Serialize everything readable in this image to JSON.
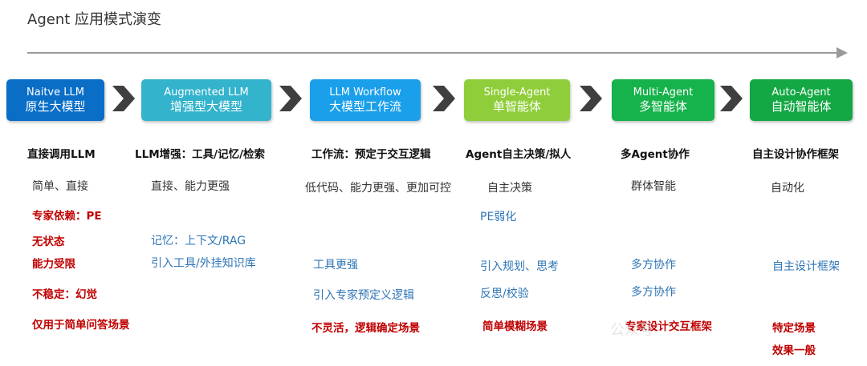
{
  "title": "Agent 应用模式演变",
  "stages": [
    {
      "en": "Naitve LLM",
      "zh": "原生大模型",
      "color": "#0a6ec7"
    },
    {
      "en": "Augmented LLM",
      "zh": "增强型大模型",
      "color": "#33b3cc"
    },
    {
      "en": "LLM Workflow",
      "zh": "大模型工作流",
      "color": "#1a9fea"
    },
    {
      "en": "Single-Agent",
      "zh": "单智能体",
      "color": "#8fce3a"
    },
    {
      "en": "Multi-Agent",
      "zh": "多智能体",
      "color": "#16b24b"
    },
    {
      "en": "Auto-Agent",
      "zh": "自动智能体",
      "color": "#14a844"
    }
  ],
  "columns": [
    {
      "heading": "直接调用LLM",
      "items": [
        {
          "text": "简单、直接"
        },
        {
          "text": "专家依赖：PE"
        },
        {
          "text": "无状态"
        },
        {
          "text": "能力受限"
        },
        {
          "text": "不稳定：幻觉"
        },
        {
          "text": "仅用于简单问答场景"
        }
      ]
    },
    {
      "heading": "LLM增强：工具/记忆/检索",
      "items": [
        {
          "text": "直接、能力更强"
        },
        {
          "text": "记忆：上下文/RAG"
        },
        {
          "text": "引入工具/外挂知识库"
        }
      ]
    },
    {
      "heading": "工作流：预定于交互逻辑",
      "items": [
        {
          "text": "低代码、能力更强、更加可控"
        },
        {
          "text": "工具更强"
        },
        {
          "text": "引入专家预定义逻辑"
        },
        {
          "text": "不灵活，逻辑确定场景"
        }
      ]
    },
    {
      "heading": "Agent自主决策/拟人",
      "items": [
        {
          "text": "自主决策"
        },
        {
          "text": "PE弱化"
        },
        {
          "text": "引入规划、思考"
        },
        {
          "text": "反思/校验"
        },
        {
          "text": "简单模糊场景"
        }
      ]
    },
    {
      "heading": "多Agent协作",
      "items": [
        {
          "text": "群体智能"
        },
        {
          "text": "多方协作"
        },
        {
          "text": "多方协作"
        },
        {
          "text": "专家设计交互框架"
        }
      ]
    },
    {
      "heading": "自主设计协作框架",
      "items": [
        {
          "text": "自动化"
        },
        {
          "text": "自主设计框架"
        },
        {
          "text": "特定场景"
        },
        {
          "text": "效果一般"
        }
      ]
    }
  ],
  "watermark": "公众号"
}
